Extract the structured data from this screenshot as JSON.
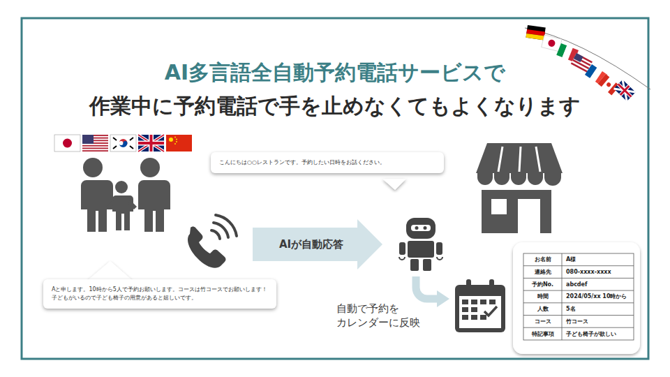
{
  "diagram": {
    "title": "AI多言語全自動予約電話サービスで 作業中に予約電話で手を止めなくてもよくなります",
    "nodes": [
      {
        "text": [
          "こんにちは○○レストランです。予約したい日時をお話ください。"
        ]
      },
      {
        "text": [
          "AIが自動応答"
        ]
      },
      {
        "text": [
          "Aと申します。10時から5人で予約お願いします。コースは竹コースでお願いします！子どもがいるので子ども椅子の用意があると嬉しいです。"
        ]
      }
    ],
    "labels": [
      "自動で予約を カレンダーに反映",
      "お名前",
      "A様",
      "連絡先",
      "080-xxxx-xxxx",
      "予約No.",
      "abcdef",
      "時間",
      "2024/05/xx 10時から",
      "人数",
      "5名",
      "コース",
      "竹コース",
      "特記事項",
      "子ども椅子が欲しい"
    ]
  }
}
